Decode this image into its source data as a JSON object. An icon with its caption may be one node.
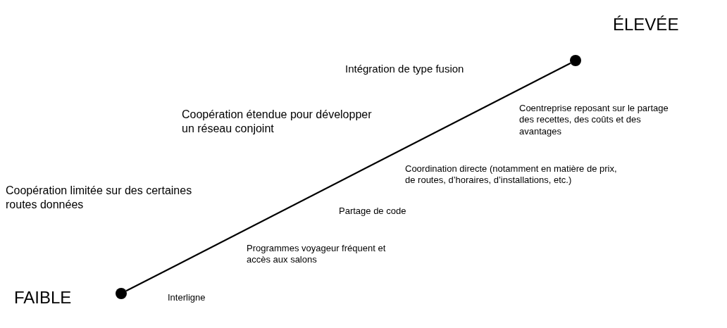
{
  "diagram": {
    "nodes": [
      {
        "text": [],
        "shape": "circle",
        "beside": [
          "FAIBLE"
        ]
      },
      {
        "text": [],
        "shape": "circle",
        "beside": [
          "ÉLEVÉE"
        ]
      }
    ],
    "edges": [
      {
        "from": 0,
        "to": 1,
        "arrow": "none"
      }
    ],
    "labels": [
      "Intégration de type fusion",
      "Coopération étendue pour développer un réseau conjoint",
      "Coentreprise reposant sur le partage des recettes, des coûts et des avantages",
      "Coordination directe (notamment en matière de prix, de routes, d’horaires, d’installations, etc.)",
      "Coopération limitée sur des certaines routes données",
      "Partage de code",
      "Programmes voyageur fréquent et accès aux salons",
      "Interligne"
    ]
  }
}
